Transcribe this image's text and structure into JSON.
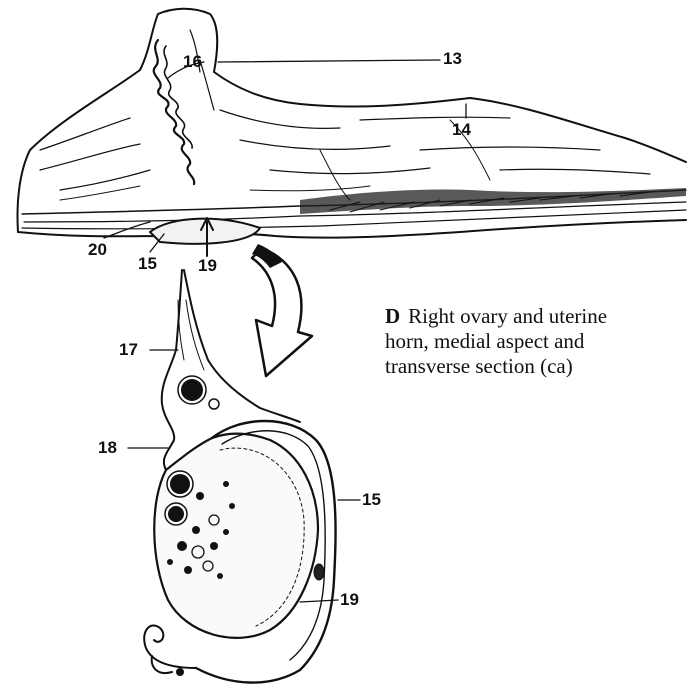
{
  "caption": {
    "letter": "D",
    "line1": "Right ovary and uterine",
    "line2": "horn, medial aspect and",
    "line3": "transverse section (ca)"
  },
  "labels": {
    "l13": "13",
    "l14": "14",
    "l15_top": "15",
    "l15_section": "15",
    "l16": "16",
    "l17": "17",
    "l18": "18",
    "l19_top": "19",
    "l19_section": "19",
    "l20": "20"
  }
}
